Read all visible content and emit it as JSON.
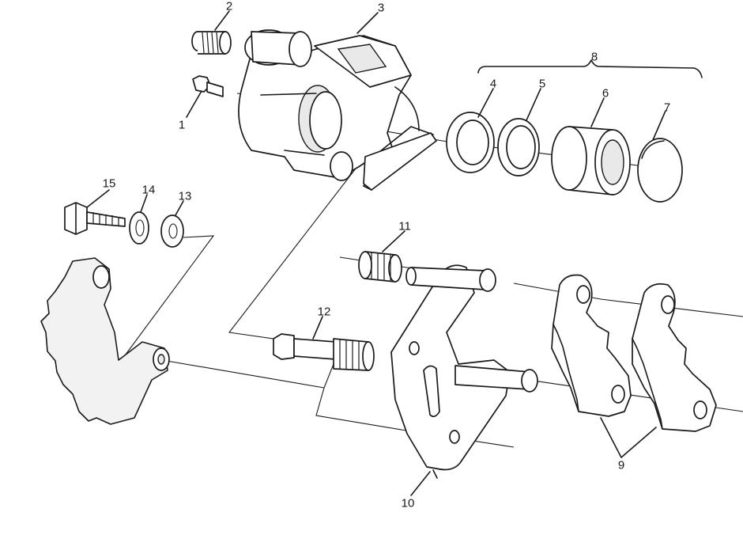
{
  "callouts": [
    {
      "id": "1",
      "text": "1"
    },
    {
      "id": "2",
      "text": "2"
    },
    {
      "id": "3",
      "text": "3"
    },
    {
      "id": "4",
      "text": "4"
    },
    {
      "id": "5",
      "text": "5"
    },
    {
      "id": "6",
      "text": "6"
    },
    {
      "id": "7",
      "text": "7"
    },
    {
      "id": "8",
      "text": "8"
    },
    {
      "id": "9",
      "text": "9"
    },
    {
      "id": "10",
      "text": "10"
    },
    {
      "id": "11",
      "text": "11"
    },
    {
      "id": "12",
      "text": "12"
    },
    {
      "id": "13",
      "text": "13"
    },
    {
      "id": "14",
      "text": "14"
    },
    {
      "id": "15",
      "text": "15"
    }
  ],
  "colors": {
    "ink": "#1a1a1a",
    "background": "#ffffff"
  }
}
